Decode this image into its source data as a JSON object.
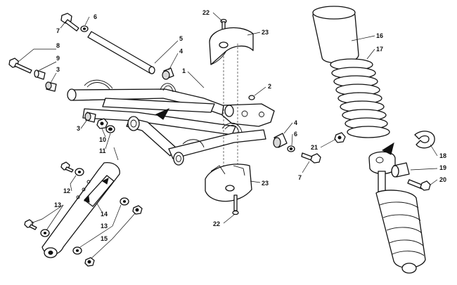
{
  "callouts": [
    {
      "id": "c1",
      "text": "1"
    },
    {
      "id": "c2",
      "text": "2"
    },
    {
      "id": "c3a",
      "text": "3"
    },
    {
      "id": "c3b",
      "text": "3"
    },
    {
      "id": "c4a",
      "text": "4"
    },
    {
      "id": "c4b",
      "text": "4"
    },
    {
      "id": "c5",
      "text": "5"
    },
    {
      "id": "c6a",
      "text": "6"
    },
    {
      "id": "c6b",
      "text": "6"
    },
    {
      "id": "c7a",
      "text": "7"
    },
    {
      "id": "c7b",
      "text": "7"
    },
    {
      "id": "c8",
      "text": "8"
    },
    {
      "id": "c9",
      "text": "9"
    },
    {
      "id": "c10",
      "text": "10"
    },
    {
      "id": "c11",
      "text": "11"
    },
    {
      "id": "c12",
      "text": "12"
    },
    {
      "id": "c13a",
      "text": "13"
    },
    {
      "id": "c13b",
      "text": "13"
    },
    {
      "id": "c14",
      "text": "14"
    },
    {
      "id": "c15",
      "text": "15"
    },
    {
      "id": "c16",
      "text": "16"
    },
    {
      "id": "c17",
      "text": "17"
    },
    {
      "id": "c18",
      "text": "18"
    },
    {
      "id": "c19",
      "text": "19"
    },
    {
      "id": "c20",
      "text": "20"
    },
    {
      "id": "c21",
      "text": "21"
    },
    {
      "id": "c22a",
      "text": "22"
    },
    {
      "id": "c22b",
      "text": "22"
    },
    {
      "id": "c23a",
      "text": "23"
    },
    {
      "id": "c23b",
      "text": "23"
    }
  ]
}
